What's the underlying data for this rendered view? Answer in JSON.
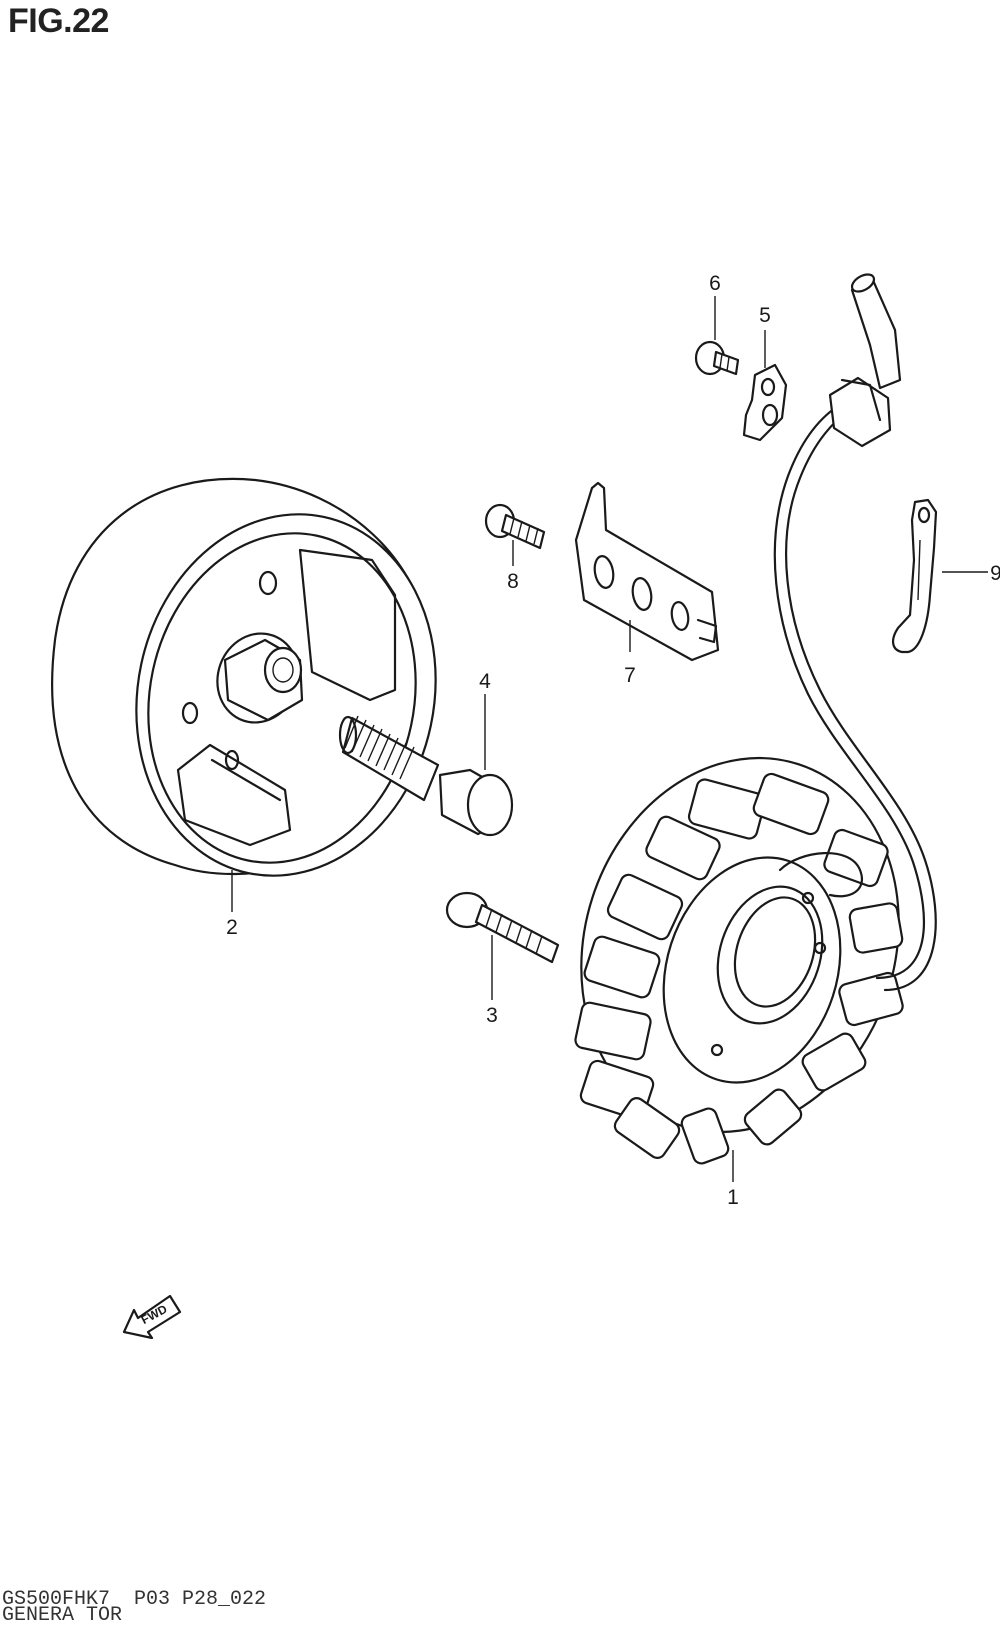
{
  "figure": {
    "title": "FIG.22",
    "model_code": "GS500FHK7  P03 P28_022",
    "name": "GENERA TOR"
  },
  "parts": [
    {
      "number": "1"
    },
    {
      "number": "2"
    },
    {
      "number": "3"
    },
    {
      "number": "4"
    },
    {
      "number": "5"
    },
    {
      "number": "6"
    },
    {
      "number": "7"
    },
    {
      "number": "8"
    },
    {
      "number": "9"
    }
  ],
  "fwd_badge": "FWD"
}
